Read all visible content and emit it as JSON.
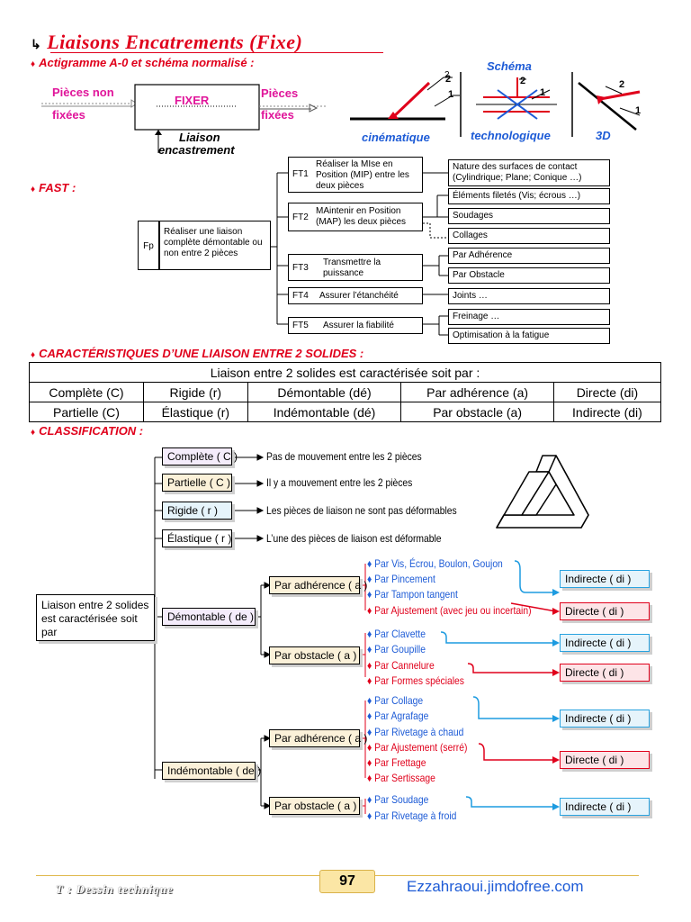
{
  "title": "Liaisons Encatrements (Fixe)",
  "sections": {
    "actigramme": "Actigramme A-0 et schéma normalisé :",
    "fast": "FAST :",
    "carac": "CARACTÉRISTIQUES D’UNE LIAISON ENTRE 2 SOLIDES :",
    "classif": "CLASSIFICATION :"
  },
  "actigramme": {
    "input1": "Pièces non",
    "input2": "fixées",
    "function": "FIXER",
    "output1": "Pièces",
    "output2": "fixées",
    "control1": "Liaison",
    "control2": "encastrement",
    "schema": "Schéma",
    "cinematique": "cinématique",
    "technologique": "technologique",
    "d3": "3D",
    "n1": "1",
    "n2": "2"
  },
  "fast": {
    "fp_label": "Fp",
    "fp_text": "Réaliser une liaison complète démontable ou non entre 2 pièces",
    "functions": [
      {
        "id": "FT1",
        "text": "Réaliser la MIse en Position (MIP) entre les deux pièces"
      },
      {
        "id": "FT2",
        "text": "MAintenir en Position (MAP) les deux pièces"
      },
      {
        "id": "FT3",
        "text": "Transmettre la puissance"
      },
      {
        "id": "FT4",
        "text": "Assurer l’étanchéité"
      },
      {
        "id": "FT5",
        "text": "Assurer la fiabilité"
      }
    ],
    "solutions": [
      "Nature des surfaces de contact (Cylindrique; Plane; Conique …)",
      "Éléments filetés (Vis; écrous …)",
      "Soudages",
      "Collages",
      "Par Adhérence",
      "Par Obstacle",
      "Joints …",
      "Freinage …",
      "Optimisation à la fatigue"
    ]
  },
  "carac": {
    "header": "Liaison entre 2 solides est caractérisée soit par :",
    "row1": [
      "Complète (C)",
      "Rigide (r)",
      "Démontable (dé)",
      "Par adhérence (a)",
      "Directe (di)"
    ],
    "row2": [
      "Partielle (C)",
      "Élastique (r)",
      "Indémontable (dé)",
      "Par obstacle (a)",
      "Indirecte (di)"
    ]
  },
  "classif": {
    "root": [
      "Liaison entre 2 solides",
      "est caractérisée soit par"
    ],
    "types": [
      {
        "label": "Complète ( C )",
        "desc": "Pas de mouvement entre les 2 pièces"
      },
      {
        "label": "Partielle ( C )",
        "desc": "Il y a mouvement entre les 2 pièces"
      },
      {
        "label": "Rigide ( r )",
        "desc": "Les pièces de liaison ne sont pas déformables"
      },
      {
        "label": "Élastique ( r )",
        "desc": "L’une des pièces de liaison est déformable"
      }
    ],
    "demontable": "Démontable ( de )",
    "indemontable": "Indémontable ( de )",
    "par_adherence": "Par adhérence ( a )",
    "par_obstacle": "Par obstacle ( a )",
    "dem_adh_blue": [
      "Par Vis, Écrou, Boulon, Goujon",
      "Par Pincement",
      "Par Tampon tangent"
    ],
    "dem_adh_red": [
      "Par Ajustement (avec jeu ou incertain)"
    ],
    "dem_obs_blue": [
      "Par Clavette",
      "Par Goupille"
    ],
    "dem_obs_red": [
      "Par Cannelure",
      "Par Formes spéciales"
    ],
    "ind_adh_blue": [
      "Par Collage",
      "Par Agrafage",
      "Par Rivetage à chaud"
    ],
    "ind_adh_red": [
      "Par Ajustement (serré)",
      "Par Frettage",
      "Par Sertissage"
    ],
    "ind_obs_blue": [
      "Par Soudage",
      "Par Rivetage à froid"
    ],
    "indirecte": "Indirecte ( di )",
    "directe": "Directe ( di )"
  },
  "footer": {
    "left": "T : Dessin technique",
    "page": "97",
    "site": "Ezzahraoui.jimdofree.com"
  }
}
